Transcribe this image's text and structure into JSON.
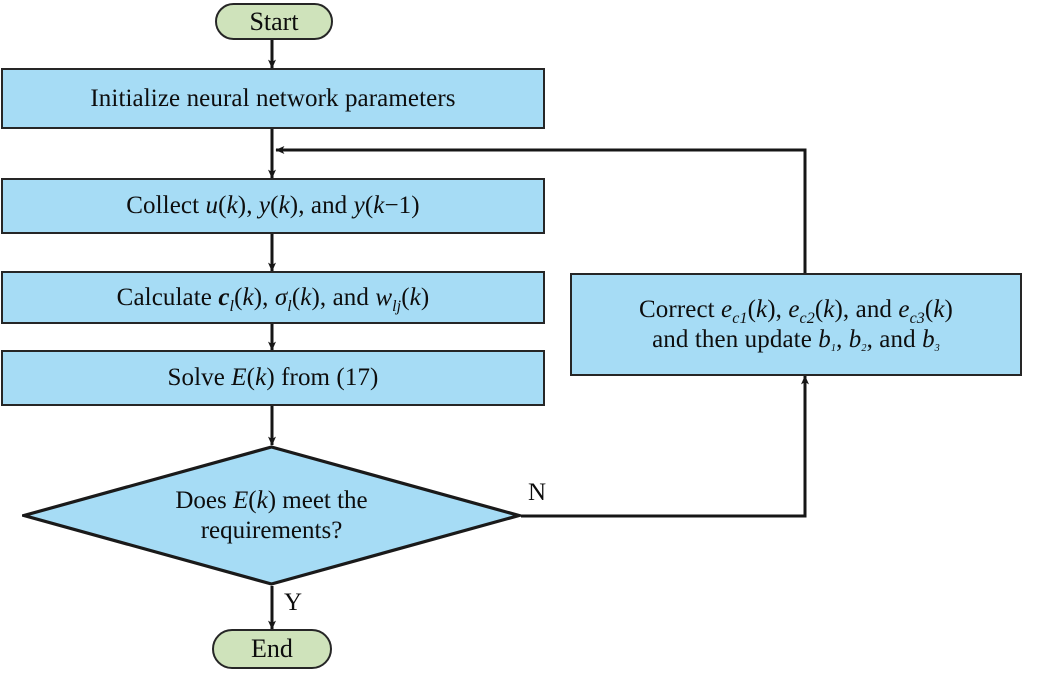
{
  "diagram": {
    "title": "Neural network parameter training flowchart",
    "colors": {
      "process_fill": "#a6dcf5",
      "terminator_fill": "#cfe3bb",
      "stroke": "#262626",
      "text": "#0d0d0d",
      "background": "#ffffff"
    }
  },
  "nodes": {
    "start": {
      "label": "Start",
      "shape": "terminator"
    },
    "init": {
      "label": "Initialize neural network parameters",
      "shape": "process"
    },
    "collect": {
      "label": "Collect u(k), y(k), and y(k−1)",
      "shape": "process"
    },
    "calculate": {
      "label": "Calculate cl(k), σl(k), and wlj(k)",
      "shape": "process"
    },
    "solve": {
      "label": "Solve E(k) from (17)",
      "shape": "process"
    },
    "decision": {
      "label": "Does E(k) meet the requirements?",
      "line1": "Does E(k) meet the",
      "line2": "requirements?",
      "shape": "decision"
    },
    "correct": {
      "label": "Correct ec1(k), ec2(k), and ec3(k) and then update b1, b2, and b3",
      "line1": "Correct ec1(k), ec2(k), and ec3(k)",
      "line2": "and then update b1, b2, and b3",
      "shape": "process"
    },
    "end": {
      "label": "End",
      "shape": "terminator"
    }
  },
  "edges": {
    "yes_label": "Y",
    "no_label": "N"
  }
}
